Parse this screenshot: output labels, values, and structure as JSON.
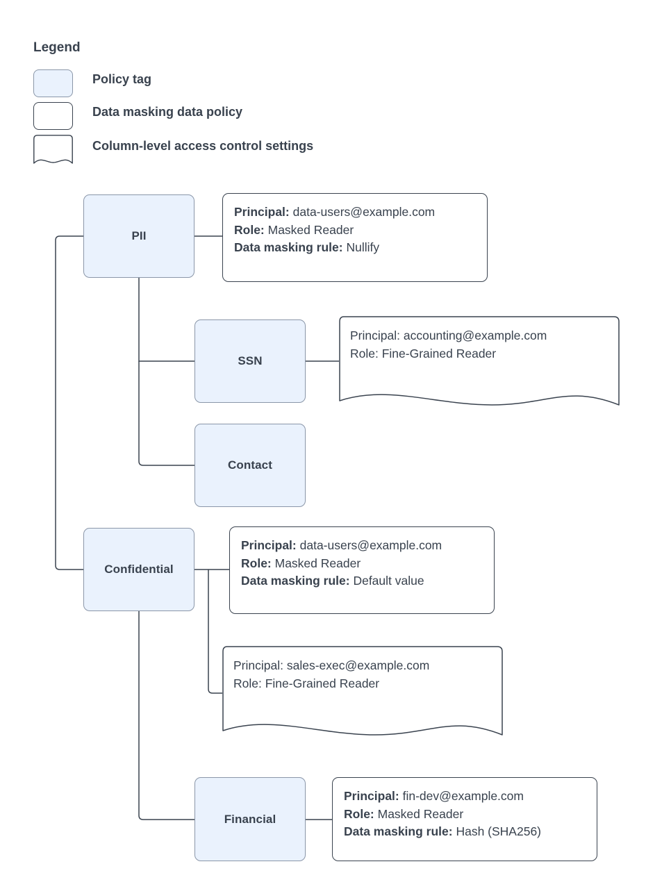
{
  "legend": {
    "title": "Legend",
    "items": [
      {
        "shape": "policy-tag-swatch",
        "label": "Policy tag"
      },
      {
        "shape": "data-policy-swatch",
        "label": "Data masking data policy"
      },
      {
        "shape": "column-acl-swatch",
        "label": "Column-level access control settings"
      }
    ]
  },
  "nodes": [
    {
      "id": "pii",
      "label": "PII"
    },
    {
      "id": "ssn",
      "label": "SSN"
    },
    {
      "id": "contact",
      "label": "Contact"
    },
    {
      "id": "confidential",
      "label": "Confidential"
    },
    {
      "id": "financial",
      "label": "Financial"
    }
  ],
  "labels": {
    "principal": "Principal:",
    "role": "Role:",
    "masking_rule": "Data masking rule:"
  },
  "policies": [
    {
      "id": "pii-policy",
      "kind": "data-masking-policy",
      "principal": "data-users@example.com",
      "role": "Masked Reader",
      "masking_rule": "Nullify"
    },
    {
      "id": "ssn-acl",
      "kind": "column-acl",
      "principal": "accounting@example.com",
      "role": "Fine-Grained Reader",
      "masking_rule": null
    },
    {
      "id": "confidential-policy",
      "kind": "data-masking-policy",
      "principal": "data-users@example.com",
      "role": "Masked Reader",
      "masking_rule": "Default value"
    },
    {
      "id": "confidential-acl",
      "kind": "column-acl",
      "principal": "sales-exec@example.com",
      "role": "Fine-Grained Reader",
      "masking_rule": null
    },
    {
      "id": "financial-policy",
      "kind": "data-masking-policy",
      "principal": "fin-dev@example.com",
      "role": "Masked Reader",
      "masking_rule": "Hash (SHA256)"
    }
  ],
  "colors": {
    "tag_fill": "#eaf2fd",
    "tag_stroke": "#8a96a8",
    "box_stroke": "#39424e",
    "text": "#39424e",
    "edge": "#39424e",
    "background": "#ffffff"
  }
}
